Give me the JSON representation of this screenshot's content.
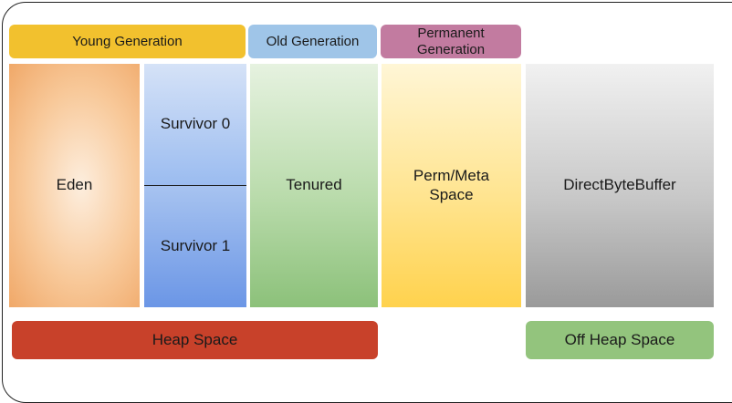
{
  "labels": {
    "young_generation": "Young Generation",
    "old_generation": "Old Generation",
    "permanent_generation": "Permanent Generation"
  },
  "regions": {
    "eden": "Eden",
    "survivor_0": "Survivor 0",
    "survivor_1": "Survivor 1",
    "tenured": "Tenured",
    "perm_meta_space": "Perm/Meta Space",
    "direct_byte_buffer": "DirectByteBuffer"
  },
  "footers": {
    "heap_space": "Heap Space",
    "off_heap_space": "Off Heap Space"
  },
  "colors": {
    "young_generation": "#f2c12e",
    "old_generation": "#9fc5e8",
    "permanent_generation": "#c27ba0",
    "eden": "#f8c99a",
    "survivor": "#9bbcf0",
    "tenured": "#b9dbab",
    "perm_meta_space": "#ffe48f",
    "direct_byte_buffer": "#c8c8c8",
    "heap_space": "#c8412a",
    "off_heap_space": "#93c47d"
  }
}
